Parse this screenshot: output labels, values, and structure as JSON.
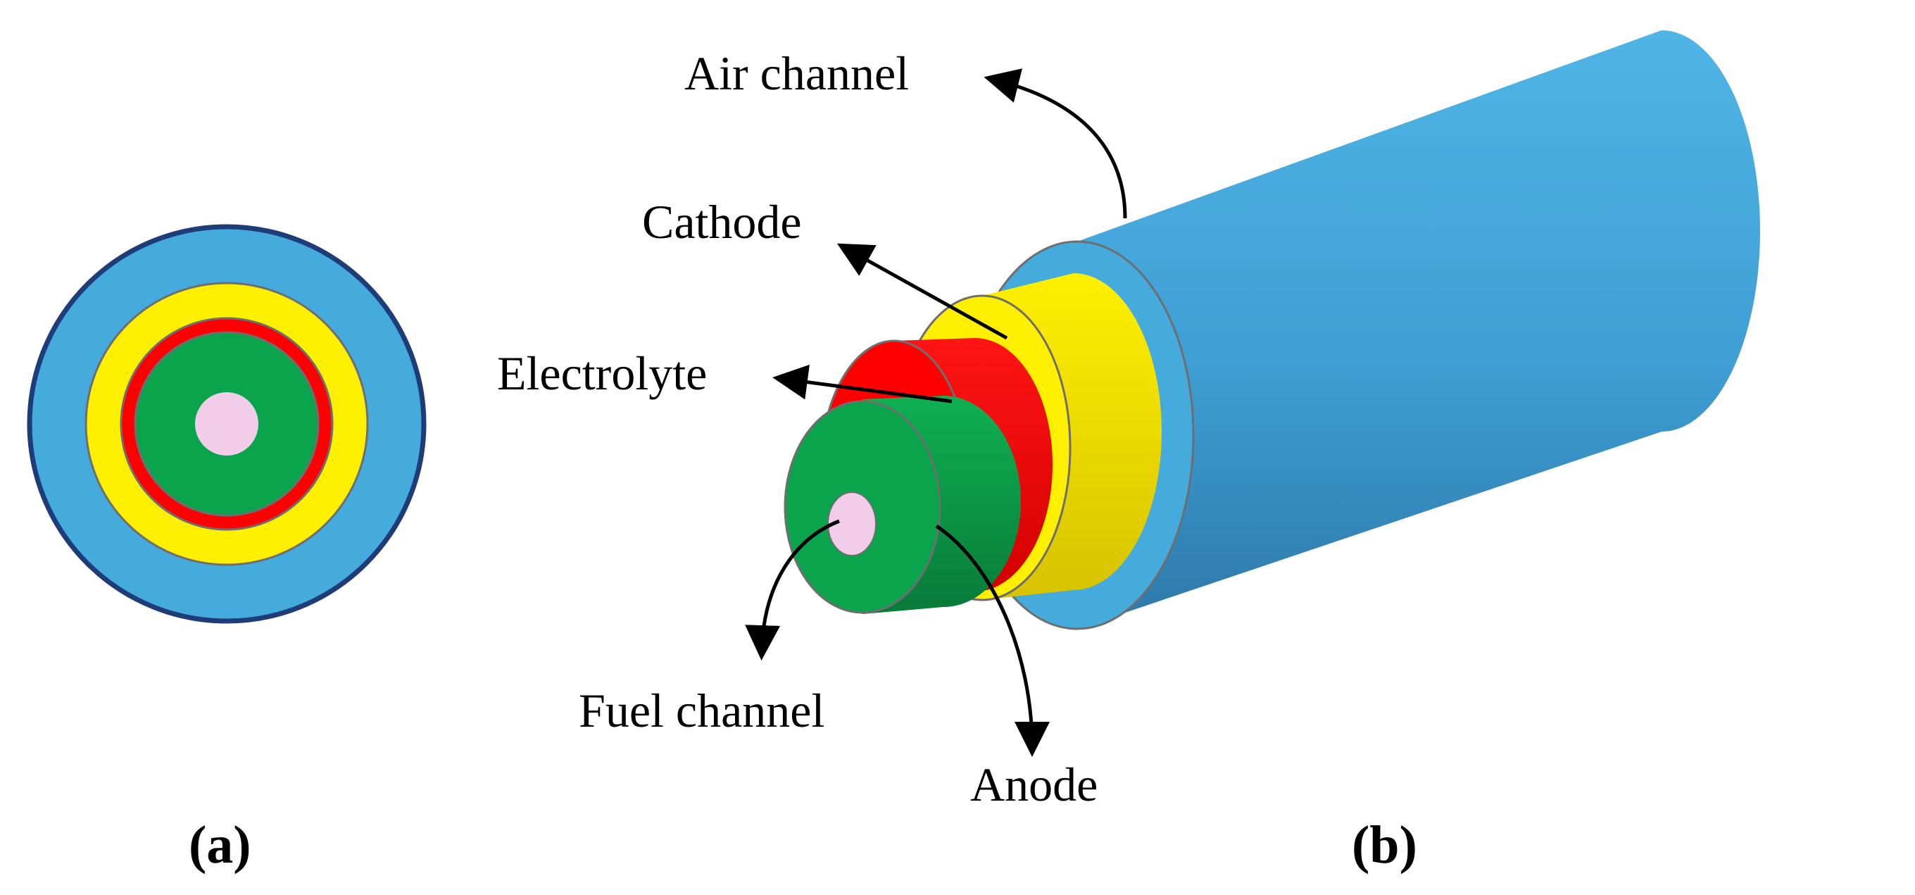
{
  "colors": {
    "air": "#45aadc",
    "cathode": "#ffef00",
    "electrolyte": "#ff0000",
    "anode": "#0aa44c",
    "fuel": "#f2cdea",
    "edge": "#6e6e6e",
    "outline": "#1e3c78",
    "arrow": "#000000"
  },
  "labels": {
    "air_channel": "Air channel",
    "cathode": "Cathode",
    "electrolyte": "Electrolyte",
    "fuel_channel": "Fuel channel",
    "anode": "Anode",
    "panel_a": "(a)",
    "panel_b": "(b)"
  }
}
